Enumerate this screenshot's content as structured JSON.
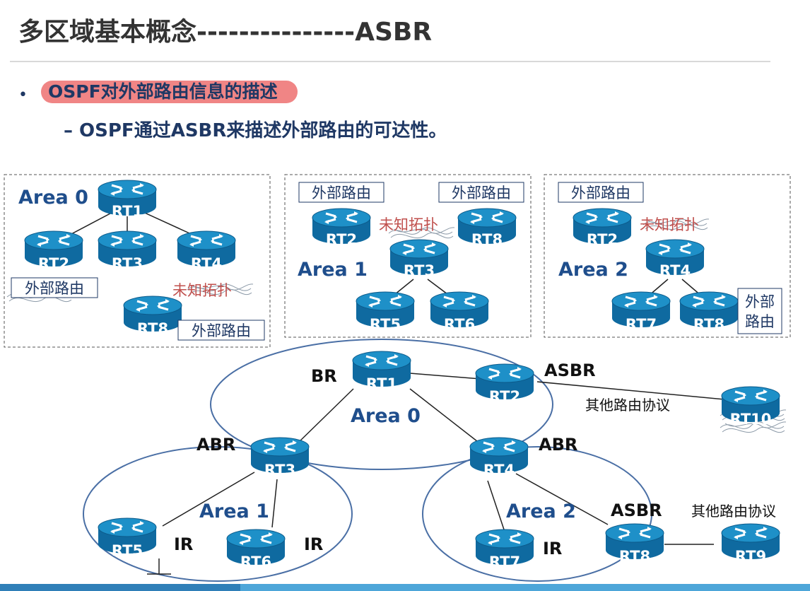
{
  "title": "多区域基本概念---------------ASBR",
  "bullet1": "OSPF对外部路由信息的描述",
  "bullet2": "– OSPF通过ASBR来描述外部路由的可达性。",
  "panel0": {
    "area": "Area 0",
    "rt1": "RT1",
    "rt2": "RT2",
    "rt3": "RT3",
    "rt4": "RT4",
    "rt8": "RT8",
    "ext_a": "外部路由",
    "ext_b": "外部路由",
    "unknown": "未知拓扑"
  },
  "panel1": {
    "area": "Area 1",
    "rt2": "RT2",
    "rt8": "RT8",
    "rt3": "RT3",
    "rt5": "RT5",
    "rt6": "RT6",
    "ext_a": "外部路由",
    "ext_b": "外部路由",
    "unknown": "未知拓扑"
  },
  "panel2": {
    "area": "Area 2",
    "rt2": "RT2",
    "rt4": "RT4",
    "rt7": "RT7",
    "rt8": "RT8",
    "ext_a": "外部路由",
    "ext_b1": "外部",
    "ext_b2": "路由",
    "unknown": "未知拓扑"
  },
  "main": {
    "area0": "Area 0",
    "area1": "Area 1",
    "area2": "Area 2",
    "rt1": "RT1",
    "rt2": "RT2",
    "rt3": "RT3",
    "rt4": "RT4",
    "rt5": "RT5",
    "rt6": "RT6",
    "rt7": "RT7",
    "rt8": "RT8",
    "rt9": "RT9",
    "rt10": "RT10",
    "br": "BR",
    "abr_l": "ABR",
    "abr_r": "ABR",
    "asbr_top": "ASBR",
    "asbr_bot": "ASBR",
    "ir5": "IR",
    "ir6": "IR",
    "ir7": "IR",
    "other_top": "其他路由协议",
    "other_bot": "其他路由协议"
  },
  "colors": {
    "title": "#333333",
    "text_blue": "#1f3864",
    "highlight": "#f08585",
    "router_top": "#1e90c8",
    "router_body": "#0f6aa0",
    "area_label": "#1f4e8c",
    "ellipse": "#4a6fa5",
    "unknown_red": "#c0504d",
    "footer": "#4da6d9"
  }
}
